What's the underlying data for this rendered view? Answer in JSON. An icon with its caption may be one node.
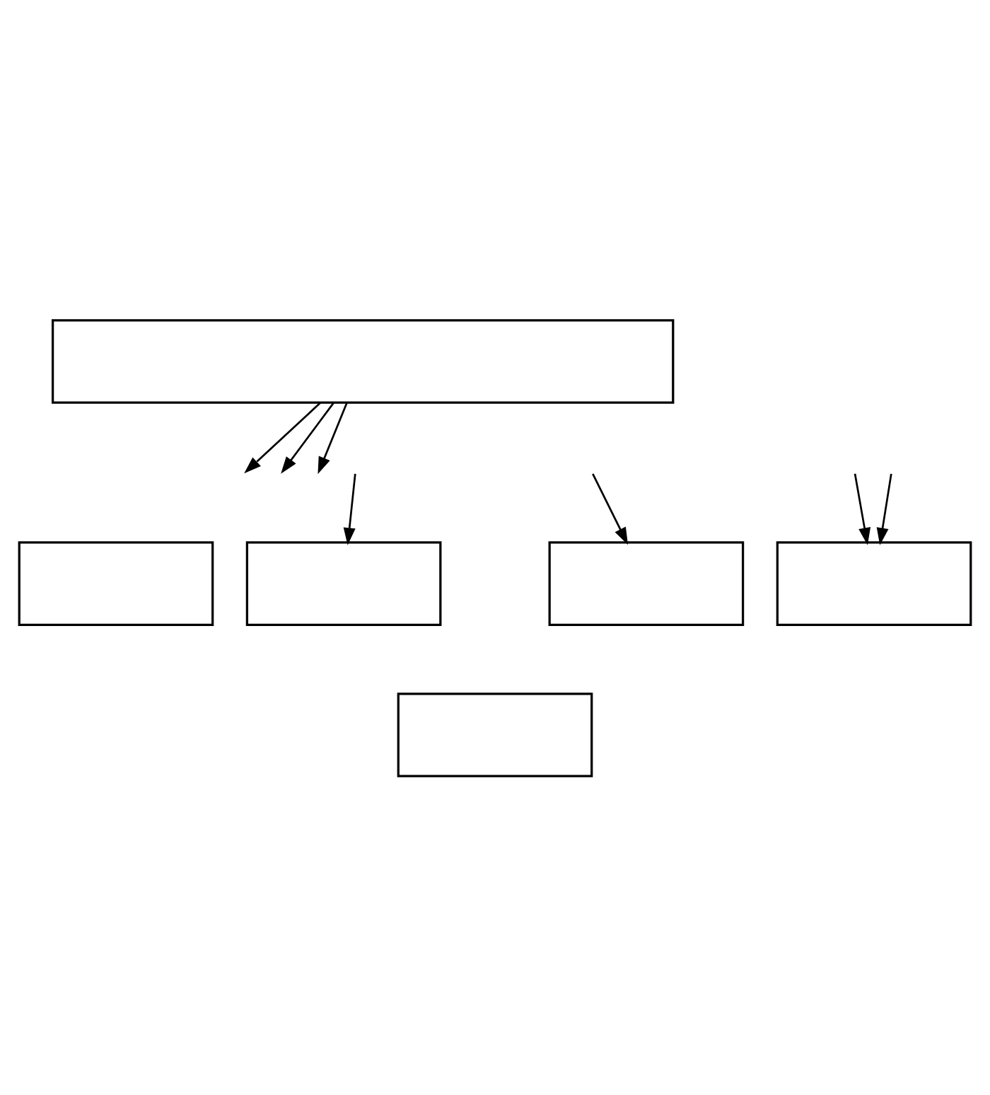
{
  "diagram": {
    "nodes": [
      {
        "text": [],
        "shape": "box"
      },
      {
        "text": [],
        "shape": "box"
      },
      {
        "text": [],
        "shape": "box"
      },
      {
        "text": [],
        "shape": "box"
      },
      {
        "text": [],
        "shape": "box"
      },
      {
        "text": [],
        "shape": "box"
      }
    ],
    "edges": [
      {
        "from": 0,
        "to": null,
        "arrow": "to"
      },
      {
        "from": 0,
        "to": null,
        "arrow": "to"
      },
      {
        "from": 0,
        "to": null,
        "arrow": "to"
      },
      {
        "from": null,
        "to": 2,
        "arrow": "to"
      },
      {
        "from": null,
        "to": 3,
        "arrow": "to"
      },
      {
        "from": null,
        "to": 4,
        "arrow": "to"
      },
      {
        "from": null,
        "to": 4,
        "arrow": "to"
      }
    ]
  }
}
